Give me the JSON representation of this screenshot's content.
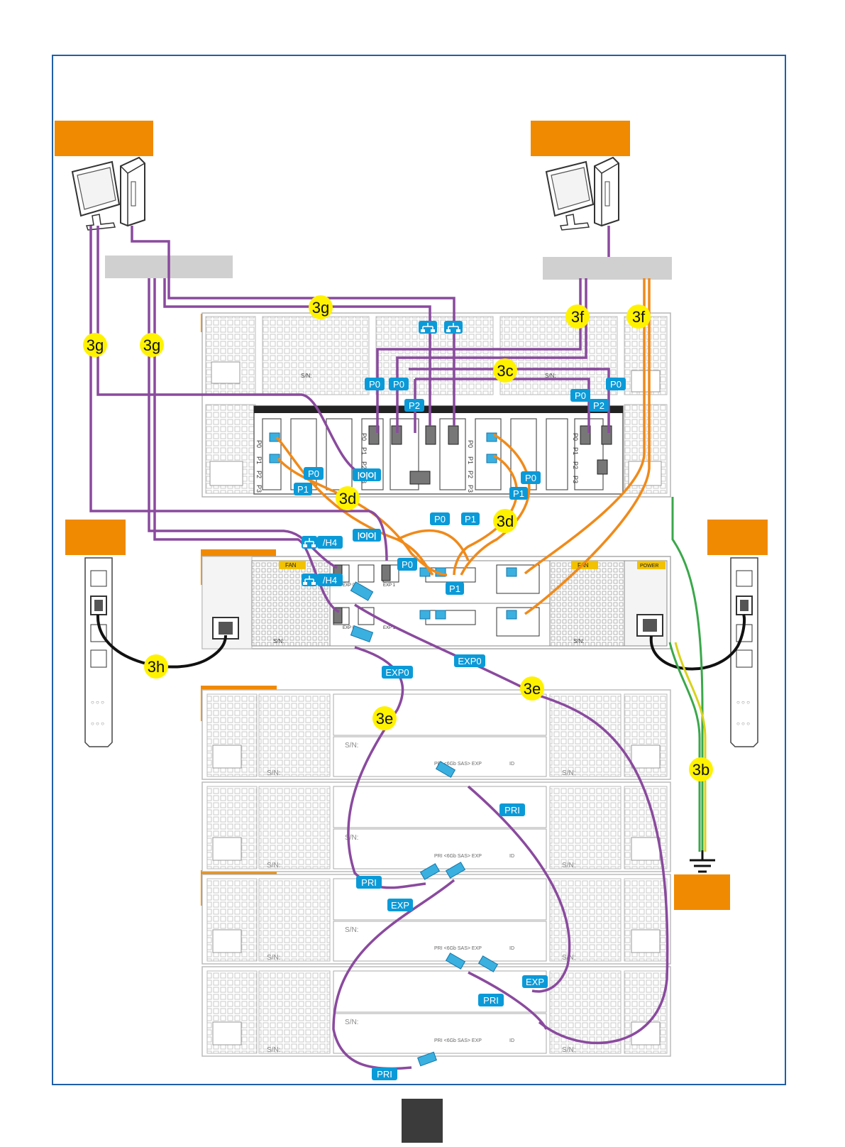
{
  "colors": {
    "frame": "#1f5fa8",
    "orange_box": "#f08a00",
    "gray_bar": "#d0d0d0",
    "purple_cable": "#8a4a9e",
    "orange_cable": "#f08a1a",
    "black_cable": "#111111",
    "ground_yellow": "#d8d21c",
    "ground_green": "#3aa84a",
    "callout_yellow": "#fff200",
    "port_label": "#0b9ad8"
  },
  "callouts": {
    "c3g_top": "3g",
    "c3g_left1": "3g",
    "c3g_left2": "3g",
    "c3f_a": "3f",
    "c3f_b": "3f",
    "c3c": "3c",
    "c3d_a": "3d",
    "c3d_b": "3d",
    "c3h": "3h",
    "c3e_a": "3e",
    "c3e_b": "3e",
    "c3b": "3b"
  },
  "port_labels": {
    "p0_a": "P0",
    "p0_b": "P0",
    "p2_a": "P2",
    "p0_c": "P0",
    "p0_d": "P0",
    "p2_b": "P2",
    "p0_e": "P0",
    "p1_a": "P1",
    "p0_f": "P0",
    "p1_b": "P1",
    "p0_g": "P0",
    "p1_c": "P1",
    "p0_h": "P0",
    "p1_d": "P1",
    "h4_a": "/H4",
    "h4_b": "/H4",
    "exp0_a": "EXP0",
    "exp0_b": "EXP0",
    "pri_a": "PRI",
    "pri_b": "PRI",
    "exp_a": "EXP",
    "exp_b": "EXP",
    "pri_c": "PRI",
    "pri_d": "PRI"
  },
  "icons": {
    "sas_symbol": "|O|O|",
    "network": "network-icon"
  },
  "chassis_text": {
    "sn": "S/N:",
    "fan": "FAN",
    "power": "POWER",
    "pri_sas_exp": "PRI <6Gb SAS> EXP",
    "id": "ID",
    "p0": "P0",
    "p1": "P1",
    "p2": "P2",
    "p3": "P3",
    "exp0": "EXP 0",
    "exp1": "EXP 1"
  }
}
